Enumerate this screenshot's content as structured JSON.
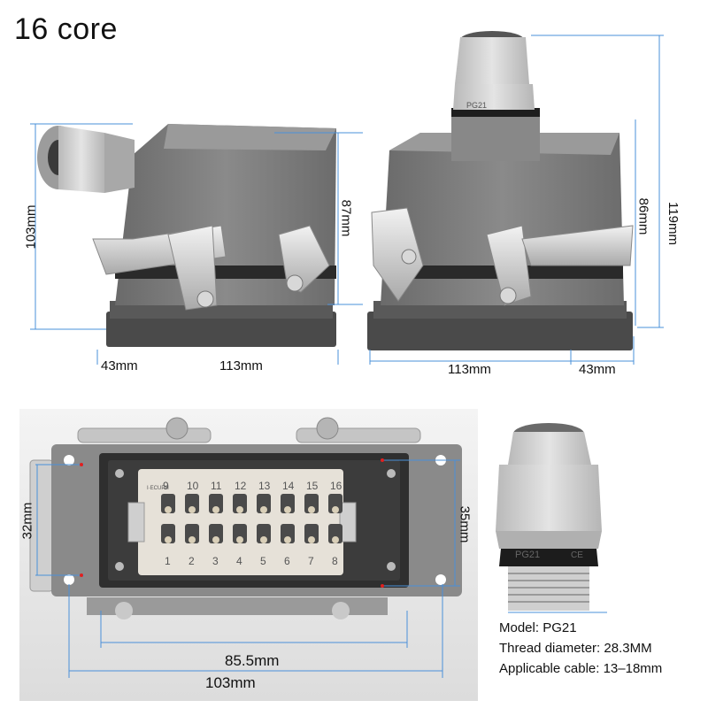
{
  "title": "16 core",
  "dimensions": {
    "left_height": "103mm",
    "left_box_height": "87mm",
    "left_gland": "43mm",
    "left_width": "113mm",
    "right_width": "113mm",
    "right_gland": "43mm",
    "right_box_height": "86mm",
    "right_total_height": "119mm",
    "face_pin_spacing": "32mm",
    "face_inner_height": "35mm",
    "face_inner_width": "85.5mm",
    "face_total_width": "103mm"
  },
  "insert": {
    "top_numbers": [
      "9",
      "10",
      "11",
      "12",
      "13",
      "14",
      "15",
      "16"
    ],
    "bottom_numbers": [
      "1",
      "2",
      "3",
      "4",
      "5",
      "6",
      "7",
      "8"
    ],
    "brand": "I·ECUPH"
  },
  "gland": {
    "label": "PG21",
    "mark": "CE"
  },
  "specs": {
    "model": "Model: PG21",
    "thread": "Thread diameter: 28.3MM",
    "cable": "Applicable cable: 13–18mm"
  },
  "colors": {
    "housing": "#7c7c7c",
    "gland": "#cfcfcf",
    "dimension_line": "#4a90d9",
    "marker": "#e02020"
  }
}
